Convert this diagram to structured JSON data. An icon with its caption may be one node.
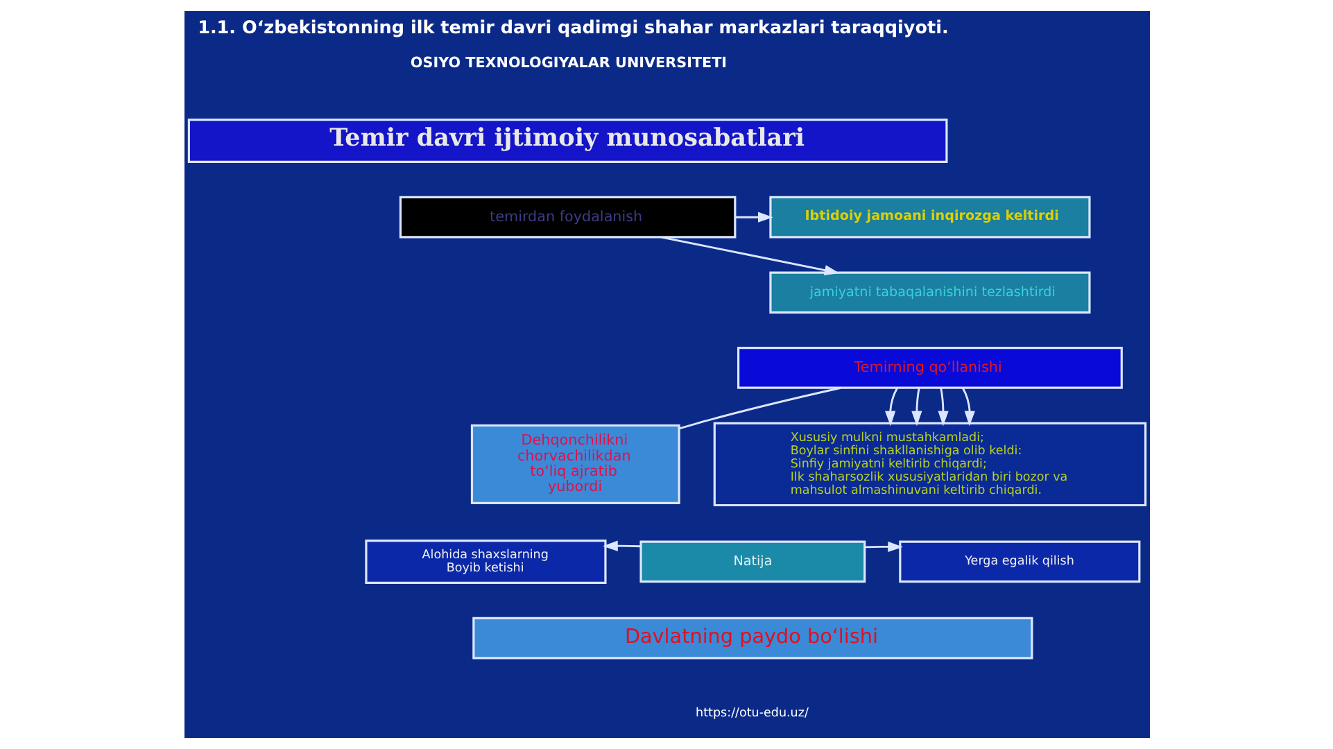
{
  "diagram": {
    "title": "1.1. O‘zbekistonning ilk temir davri qadimgi shahar markazlari taraqqiyoti.",
    "nodes": [
      {
        "text": [
          "Temir davri ijtimoiy munosabatlari"
        ]
      },
      {
        "text": [
          "temirdan foydalanish"
        ]
      },
      {
        "text": [
          "Ibtidoiy jamoani inqirozga keltirdi"
        ]
      },
      {
        "text": [
          "jamiyatni tabaqalanishini tezlashtirdi"
        ]
      },
      {
        "text": [
          "Temirning qo‘llanishi"
        ]
      },
      {
        "text": [
          "Dehqonchilikni chorvachilikdan to‘liq ajratib yubordi"
        ]
      },
      {
        "text": [
          "Xususiy mulkni mustahkamladi;",
          "Boylar sinfini shakllanishiga olib keldi:",
          "Sinfiy jamiyatni keltirib chiqardi;",
          "Ilk shaharsozlik xususiyatlaridan biri bozor va mahsulot almashinuvani keltirib chiqardi."
        ]
      },
      {
        "text": [
          "Alohida shaxslarning Boyib ketishi"
        ]
      },
      {
        "text": [
          "Natija"
        ]
      },
      {
        "text": [
          "Yerga egalik qilish"
        ]
      },
      {
        "text": [
          "Davlatning paydo bo‘lishi"
        ]
      }
    ],
    "edges": [
      {
        "from": 1,
        "to": 2,
        "arrow": "to"
      },
      {
        "from": 1,
        "to": 3,
        "arrow": "to"
      },
      {
        "from": 4,
        "to": 5,
        "arrow": "none"
      },
      {
        "from": 4,
        "to": 6,
        "arrow": "to"
      },
      {
        "from": 4,
        "to": 6,
        "arrow": "to"
      },
      {
        "from": 4,
        "to": 6,
        "arrow": "to"
      },
      {
        "from": 4,
        "to": 6,
        "arrow": "to"
      },
      {
        "from": 8,
        "to": 7,
        "arrow": "to"
      },
      {
        "from": 8,
        "to": 9,
        "arrow": "to"
      }
    ],
    "labels": [
      "OSIYO TEXNOLOGIYALAR UNIVERSITETI",
      "https://otu-edu.uz/"
    ]
  }
}
